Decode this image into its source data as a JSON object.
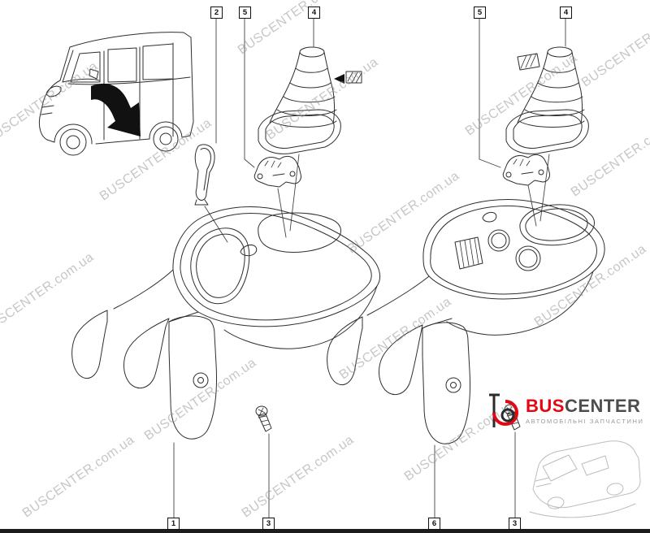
{
  "watermark": {
    "text": "BUSCENTER.com.ua",
    "color": "#8f8f8f"
  },
  "callouts": [
    {
      "label": "2"
    },
    {
      "label": "5"
    },
    {
      "label": "4"
    },
    {
      "label": "5"
    },
    {
      "label": "4"
    },
    {
      "label": "1"
    },
    {
      "label": "3"
    },
    {
      "label": "6"
    },
    {
      "label": "3"
    }
  ],
  "logo": {
    "brand_primary": "BUS",
    "brand_secondary": "CENTER",
    "subtitle": "АВТОМОБІЛЬНІ ЗАПЧАСТИНИ",
    "accent_color": "#e30613",
    "text_color": "#4d4d4d"
  }
}
